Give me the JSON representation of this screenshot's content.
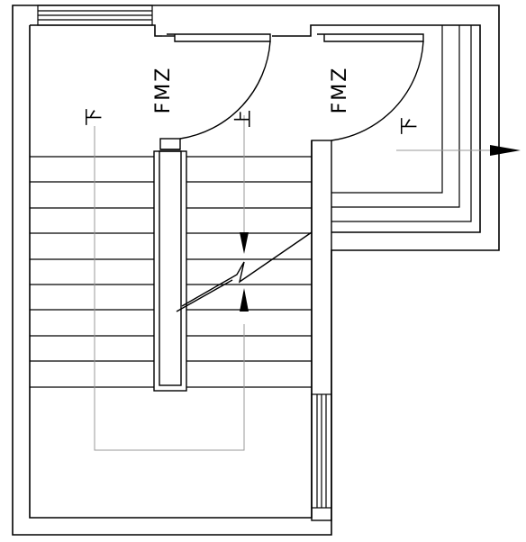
{
  "labels": {
    "door_left": "FMZ",
    "door_right": "FMZ",
    "stair_down_left": "下",
    "stair_up": "上",
    "stair_down_right": "下"
  },
  "colors": {
    "line": "#000000",
    "guide": "#999999",
    "background": "#ffffff"
  }
}
